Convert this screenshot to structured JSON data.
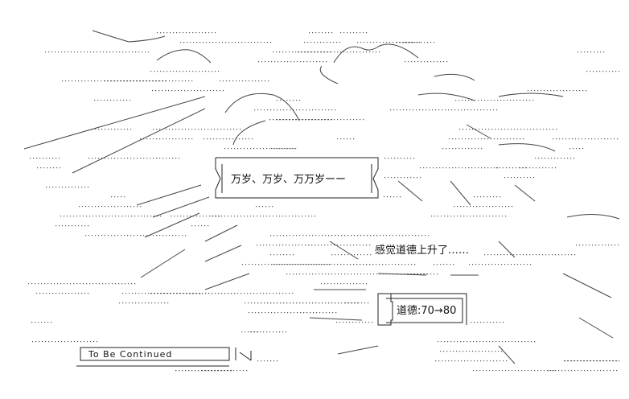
{
  "speech": {
    "banzai": "万岁、万岁、万万岁ーー",
    "awakening": "感觉道德上升了……",
    "morality": "道德:70→80"
  },
  "caption": {
    "continued": "To Be Continued"
  },
  "art": {
    "ink_color": "#333333",
    "paper_color": "#ffffff"
  }
}
